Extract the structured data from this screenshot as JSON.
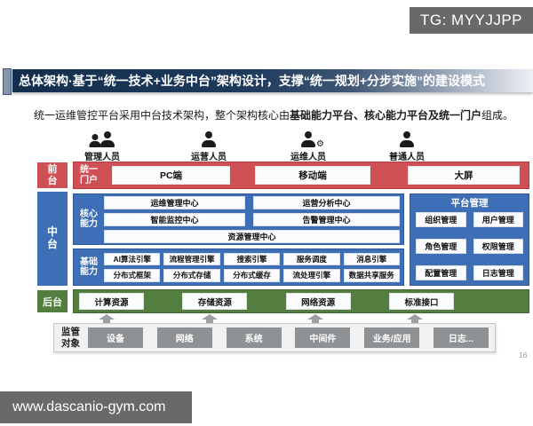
{
  "overlays": {
    "tg_badge": "TG: MYYJJPP",
    "url_badge": "www.dascanio-gym.com"
  },
  "page_number": "16",
  "title": "总体架构·基于“统一技术+业务中台”架构设计，支撑“统一规划+分步实施”的建设模式",
  "subtitle": {
    "prefix": "统一运维管控平台采用中台技术架构，整个架构核心由",
    "bold": "基础能力平台、核心能力平台及统一门户",
    "suffix": "组成。"
  },
  "roles": [
    {
      "label": "管理人员",
      "icon": "users-icon"
    },
    {
      "label": "运营人员",
      "icon": "user-icon"
    },
    {
      "label": "运维人员",
      "icon": "user-gear-icon"
    },
    {
      "label": "普通人员",
      "icon": "user-icon"
    }
  ],
  "front": {
    "row_label": "前台",
    "group_label": "统一门户",
    "items": [
      "PC端",
      "移动端",
      "大屏"
    ]
  },
  "middle": {
    "row_label": "中台",
    "core": {
      "label": "核心能力",
      "boxes": [
        "运维管理中心",
        "运营分析中心",
        "智能监控中心",
        "告警管理中心"
      ],
      "full_box": "资源管理中心"
    },
    "base": {
      "label": "基础能力",
      "row1": [
        "AI算法引擎",
        "流程管理引擎",
        "搜索引擎",
        "服务调度",
        "消息引擎"
      ],
      "row2": [
        "分布式框架",
        "分布式存储",
        "分布式缓存",
        "流处理引擎",
        "数据共享服务"
      ]
    },
    "platform": {
      "title": "平台管理",
      "items": [
        "组织管理",
        "用户管理",
        "角色管理",
        "权限管理",
        "配置管理",
        "日志管理"
      ]
    }
  },
  "back": {
    "row_label": "后台",
    "items": [
      "计算资源",
      "存储资源",
      "网络资源",
      "标准接口"
    ]
  },
  "monitor": {
    "row_label": "监管对象",
    "items": [
      "设备",
      "网络",
      "系统",
      "中间件",
      "业务/应用",
      "日志..."
    ]
  },
  "colors": {
    "red": "#ce5054",
    "blue": "#3e6eb5",
    "green": "#537e3f",
    "gray_box": "#8f9294",
    "badge_gray": "#696969",
    "title_navy": "#1d3a5c"
  }
}
